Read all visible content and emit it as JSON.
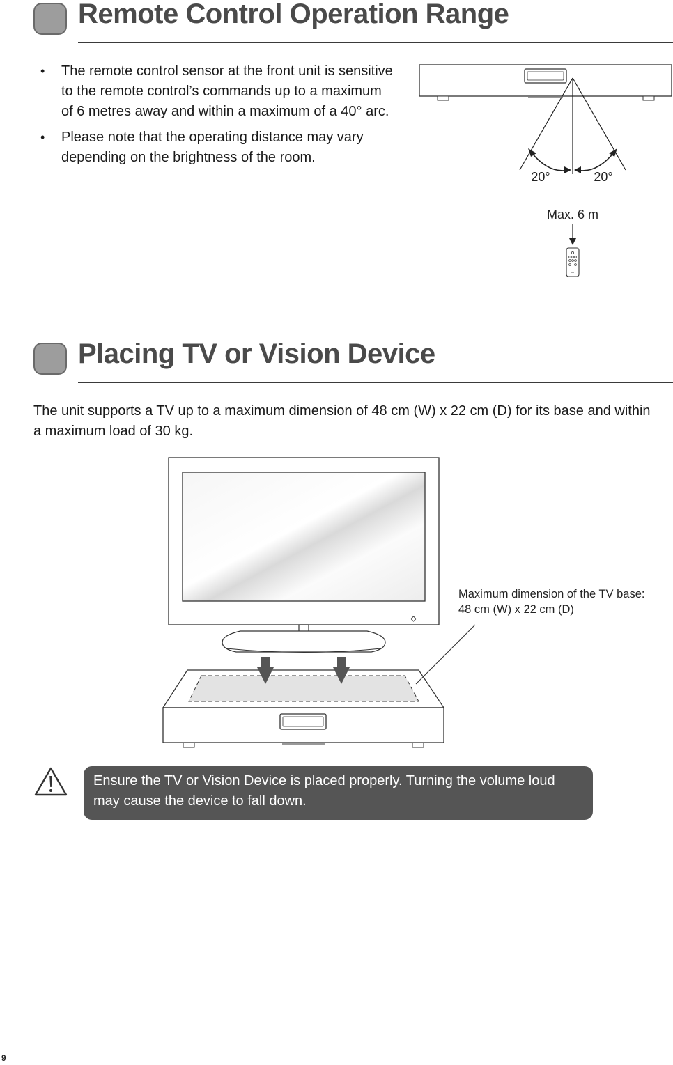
{
  "section1": {
    "title": "Remote Control Operation Range",
    "bullets": [
      "The remote control sensor at the front unit is sensitive to the remote control’s commands up to a maximum of 6 metres away and within a maximum of a 40° arc.",
      "Please note that the operating distance may vary depending on the brightness of the room."
    ],
    "diagram": {
      "angle_left": "20°",
      "angle_right": "20°",
      "distance": "Max. 6 m",
      "icons": [
        "soundbar-unit-icon",
        "remote-control-icon"
      ]
    }
  },
  "section2": {
    "title": "Placing TV or Vision Device",
    "intro": "The unit supports a TV up to a maximum dimension of 48 cm (W) x 22 cm (D) for its base and within a maximum load of 30 kg.",
    "diagram": {
      "callout_line1": "Maximum dimension of the TV base:",
      "callout_line2": "48 cm (W) x 22 cm (D)",
      "icons": [
        "tv-icon",
        "down-arrow-icon",
        "soundbar-unit-icon"
      ]
    }
  },
  "caution": {
    "icon": "warning-triangle-icon",
    "text": "Ensure the TV or Vision Device is placed properly. Turning the volume loud may cause the device to fall down."
  },
  "page_number": "9",
  "colors": {
    "heading_chip": "#9d9d9d",
    "heading_text": "#4a4a4a",
    "caution_box": "#555555"
  }
}
